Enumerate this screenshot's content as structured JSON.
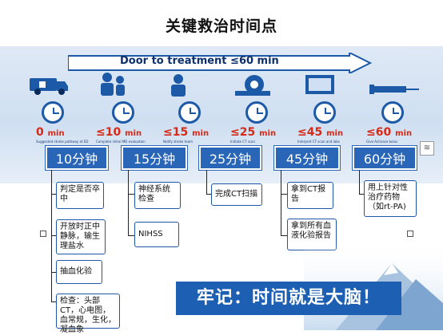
{
  "title": "关键救治时间点",
  "header_arrow": "Door to treatment ≤60 min",
  "timeline": [
    {
      "time": "0",
      "unit": "min",
      "desc": "Suggested stroke pathway at ED"
    },
    {
      "time": "≤10",
      "unit": "min",
      "desc": "Complete initial MD evaluation"
    },
    {
      "time": "≤15",
      "unit": "min",
      "desc": "Notify stroke team"
    },
    {
      "time": "≤25",
      "unit": "min",
      "desc": "Initiate CT scan"
    },
    {
      "time": "≤45",
      "unit": "min",
      "desc": "Interpret CT scan and labs"
    },
    {
      "time": "≤60",
      "unit": "min",
      "desc": "Give Activase bolus"
    }
  ],
  "stages": [
    {
      "label": "10分钟",
      "tasks": [
        "判定是否卒中",
        "开放时正中静脉，输生理盐水",
        "抽血化验",
        "检查：头部CT，心电图，血常规，生化，凝血象"
      ]
    },
    {
      "label": "15分钟",
      "tasks": [
        "神经系统检查",
        "NIHSS"
      ]
    },
    {
      "label": "25分钟",
      "tasks": [
        "完成CT扫描"
      ]
    },
    {
      "label": "45分钟",
      "tasks": [
        "拿到CT报告",
        "拿到所有血液化验报告"
      ]
    },
    {
      "label": "60分钟",
      "tasks": [
        "用上针对性治疗药物（如rt-PA)"
      ]
    }
  ],
  "slogan": "牢记：时间就是大脑！",
  "colors": {
    "stage_blue": "#2a66b8",
    "minute_red": "#d62a17",
    "slogan_blue": "#1d5fb3"
  }
}
